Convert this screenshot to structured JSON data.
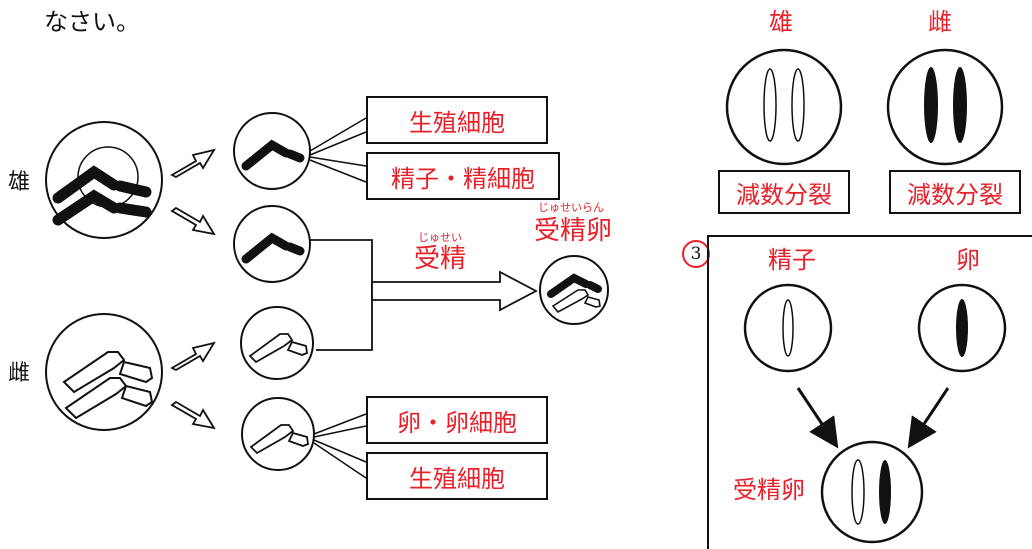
{
  "heading_text": "なさい。",
  "left": {
    "male_label": "雄",
    "female_label": "雌",
    "box_germ_cell_top": "生殖細胞",
    "box_sperm": "精子・精細胞",
    "fertilization_ruby": "じゅせい",
    "fertilization": "受精",
    "zygote_ruby": "じゅせいらん",
    "zygote": "受精卵",
    "box_egg": "卵・卵細胞",
    "box_germ_cell_bottom": "生殖細胞"
  },
  "top_right": {
    "male_label": "雄",
    "female_label": "雌",
    "male_box": "減数分裂",
    "female_box": "減数分裂"
  },
  "panel3": {
    "number": "3",
    "sperm_label": "精子",
    "egg_label": "卵",
    "zygote_label": "受精卵"
  },
  "colors": {
    "answer_red": "#e8202a",
    "ink": "#111111"
  }
}
